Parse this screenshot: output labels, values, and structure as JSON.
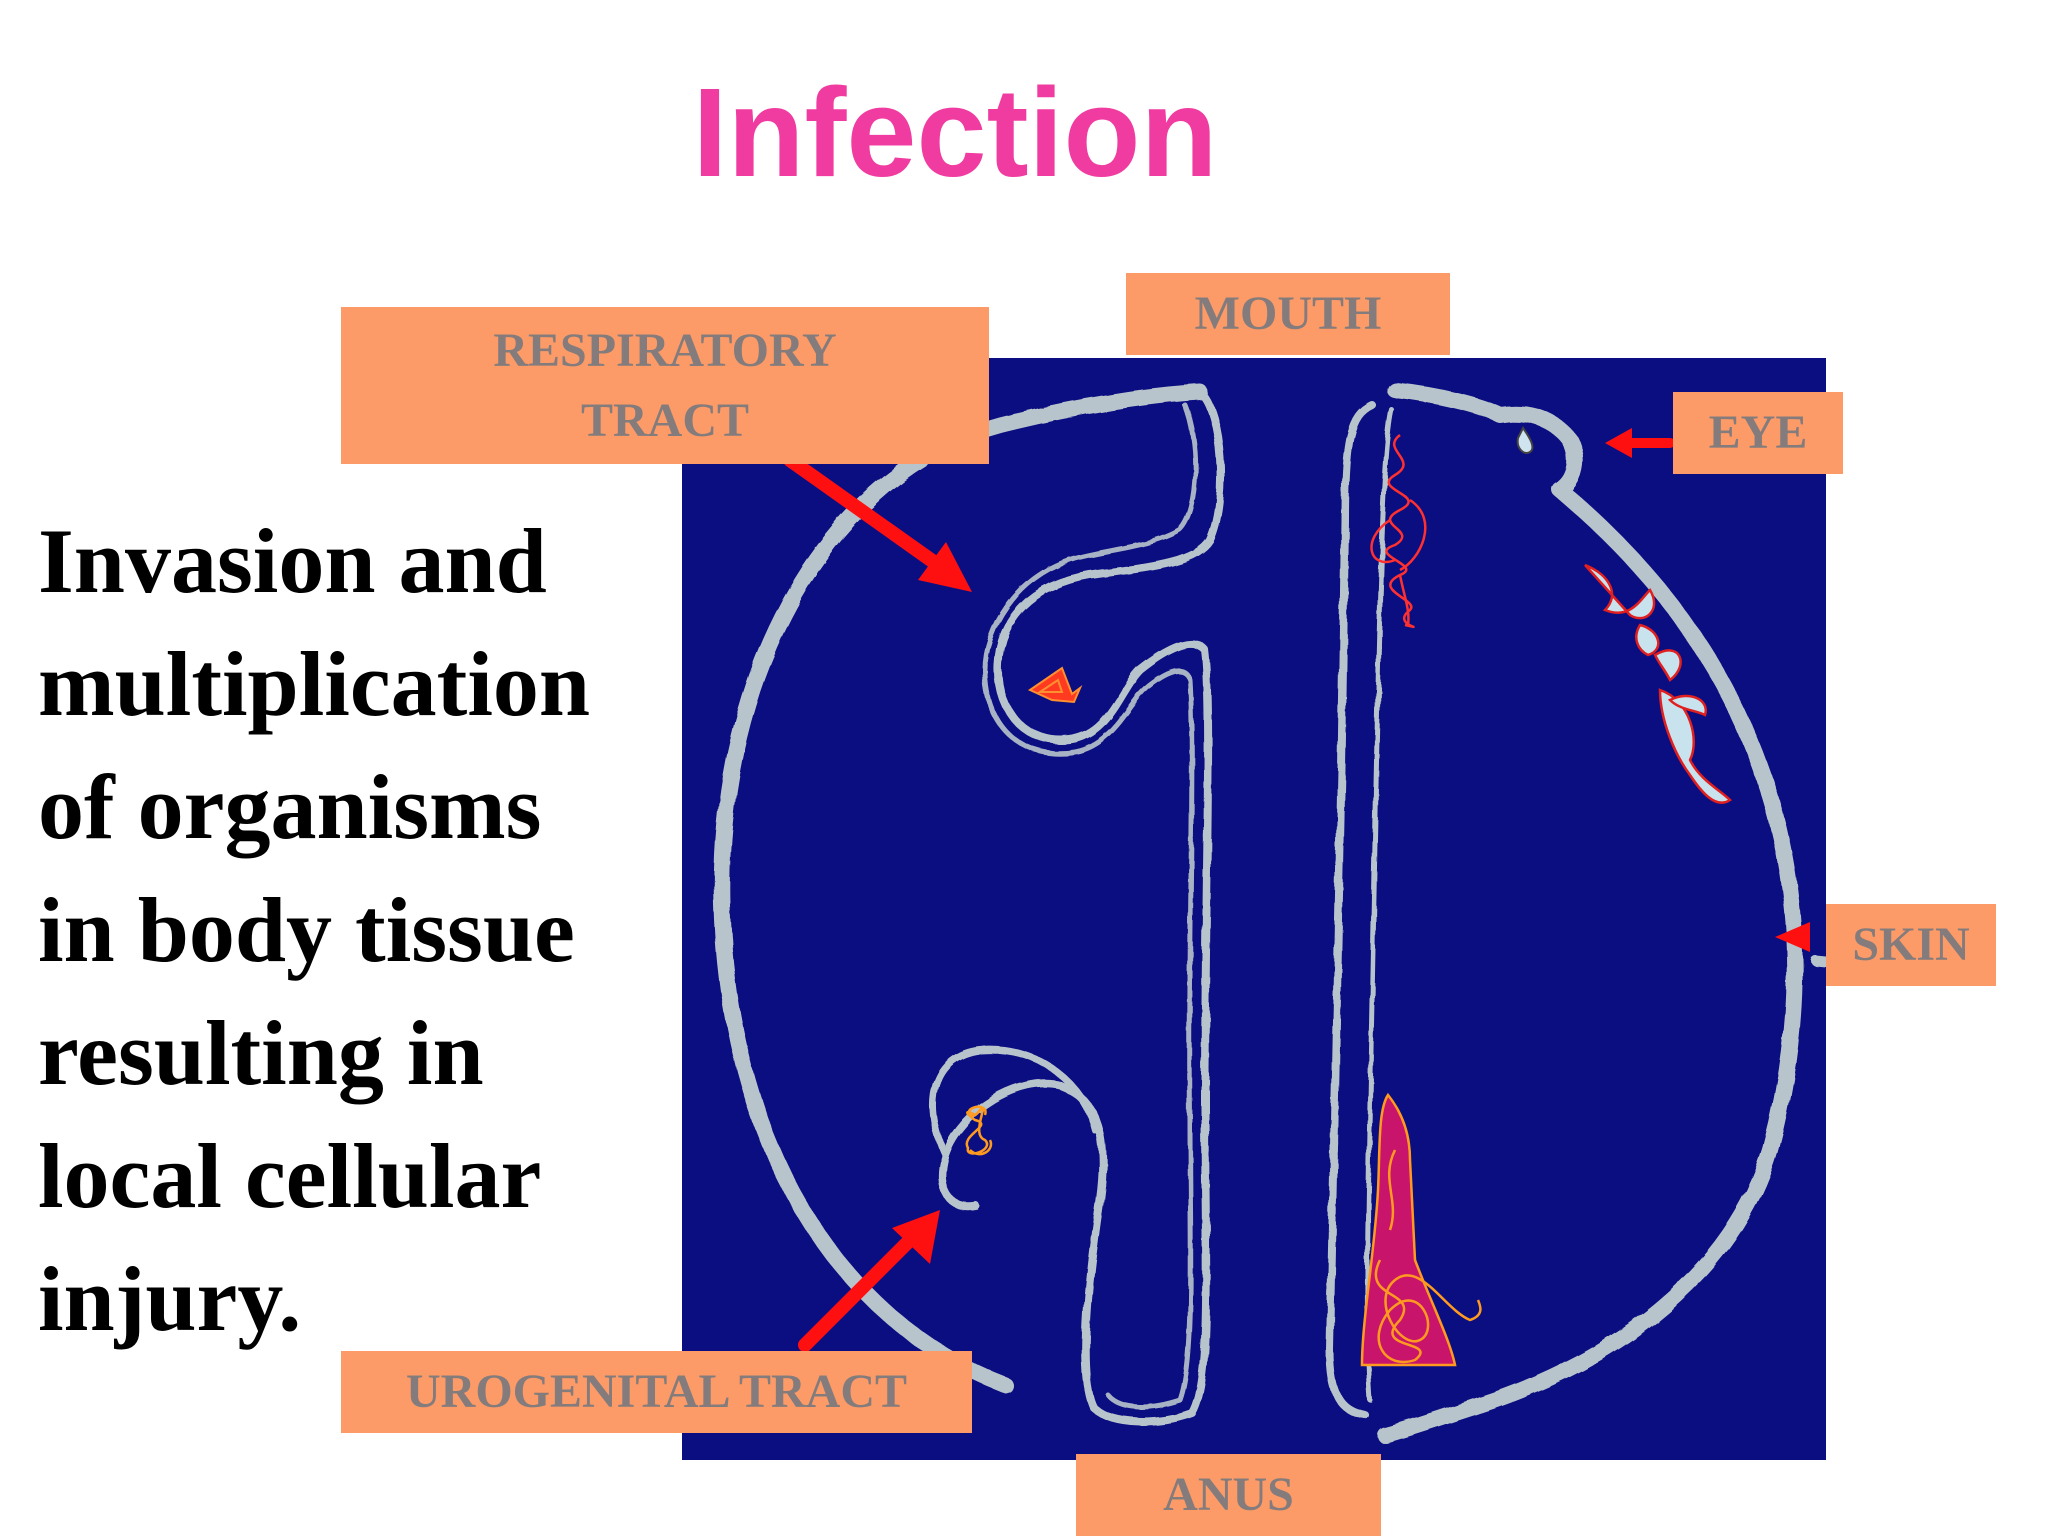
{
  "title": "Infection",
  "definition_lines": [
    "Invasion and",
    "multiplication",
    "of organisms",
    "in body tissue",
    "resulting in",
    "local cellular",
    "injury."
  ],
  "labels": {
    "respiratory_line1": "RESPIRATORY",
    "respiratory_line2": "TRACT",
    "mouth": "MOUTH",
    "eye": "EYE",
    "skin": "SKIN",
    "urogenital": "UROGENITAL TRACT",
    "anus": "ANUS"
  },
  "colors": {
    "title": "#f03ca0",
    "panel_background": "#0b0e80",
    "label_background": "#fd9b68",
    "label_text": "#847c7c",
    "arrow": "#ff1010",
    "body_outline": "#b8c4cc"
  }
}
